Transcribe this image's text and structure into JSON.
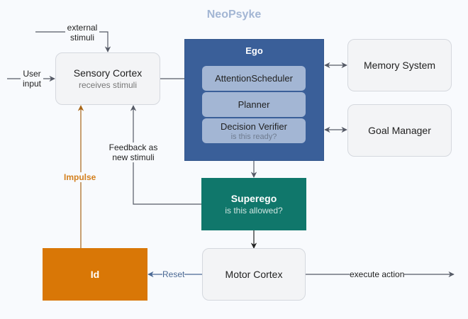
{
  "title": "NeoPsyke",
  "colors": {
    "ego": "#3a5f99",
    "ego_card": "#a3b6d4",
    "superego": "#10776b",
    "id": "#d97706",
    "impulse": "#a86516",
    "reset": "#4a6894",
    "edge": "#555a66"
  },
  "nodes": {
    "sensory_cortex": {
      "title": "Sensory Cortex",
      "subtitle": "receives stimuli"
    },
    "ego": {
      "title": "Ego",
      "components": [
        {
          "title": "AttentionScheduler"
        },
        {
          "title": "Planner"
        },
        {
          "title": "Decision Verifier",
          "subtitle": "is this ready?"
        }
      ]
    },
    "memory_system": {
      "title": "Memory System"
    },
    "goal_manager": {
      "title": "Goal Manager"
    },
    "superego": {
      "title": "Superego",
      "subtitle": "is this allowed?"
    },
    "id": {
      "title": "Id"
    },
    "motor_cortex": {
      "title": "Motor Cortex"
    }
  },
  "edge_labels": {
    "external_stimuli": [
      "external",
      "stimuli"
    ],
    "user_input": [
      "User",
      "input"
    ],
    "feedback": [
      "Feedback as",
      "new stimuli"
    ],
    "impulse": "Impulse",
    "reset": "Reset",
    "execute_action": "execute action"
  }
}
